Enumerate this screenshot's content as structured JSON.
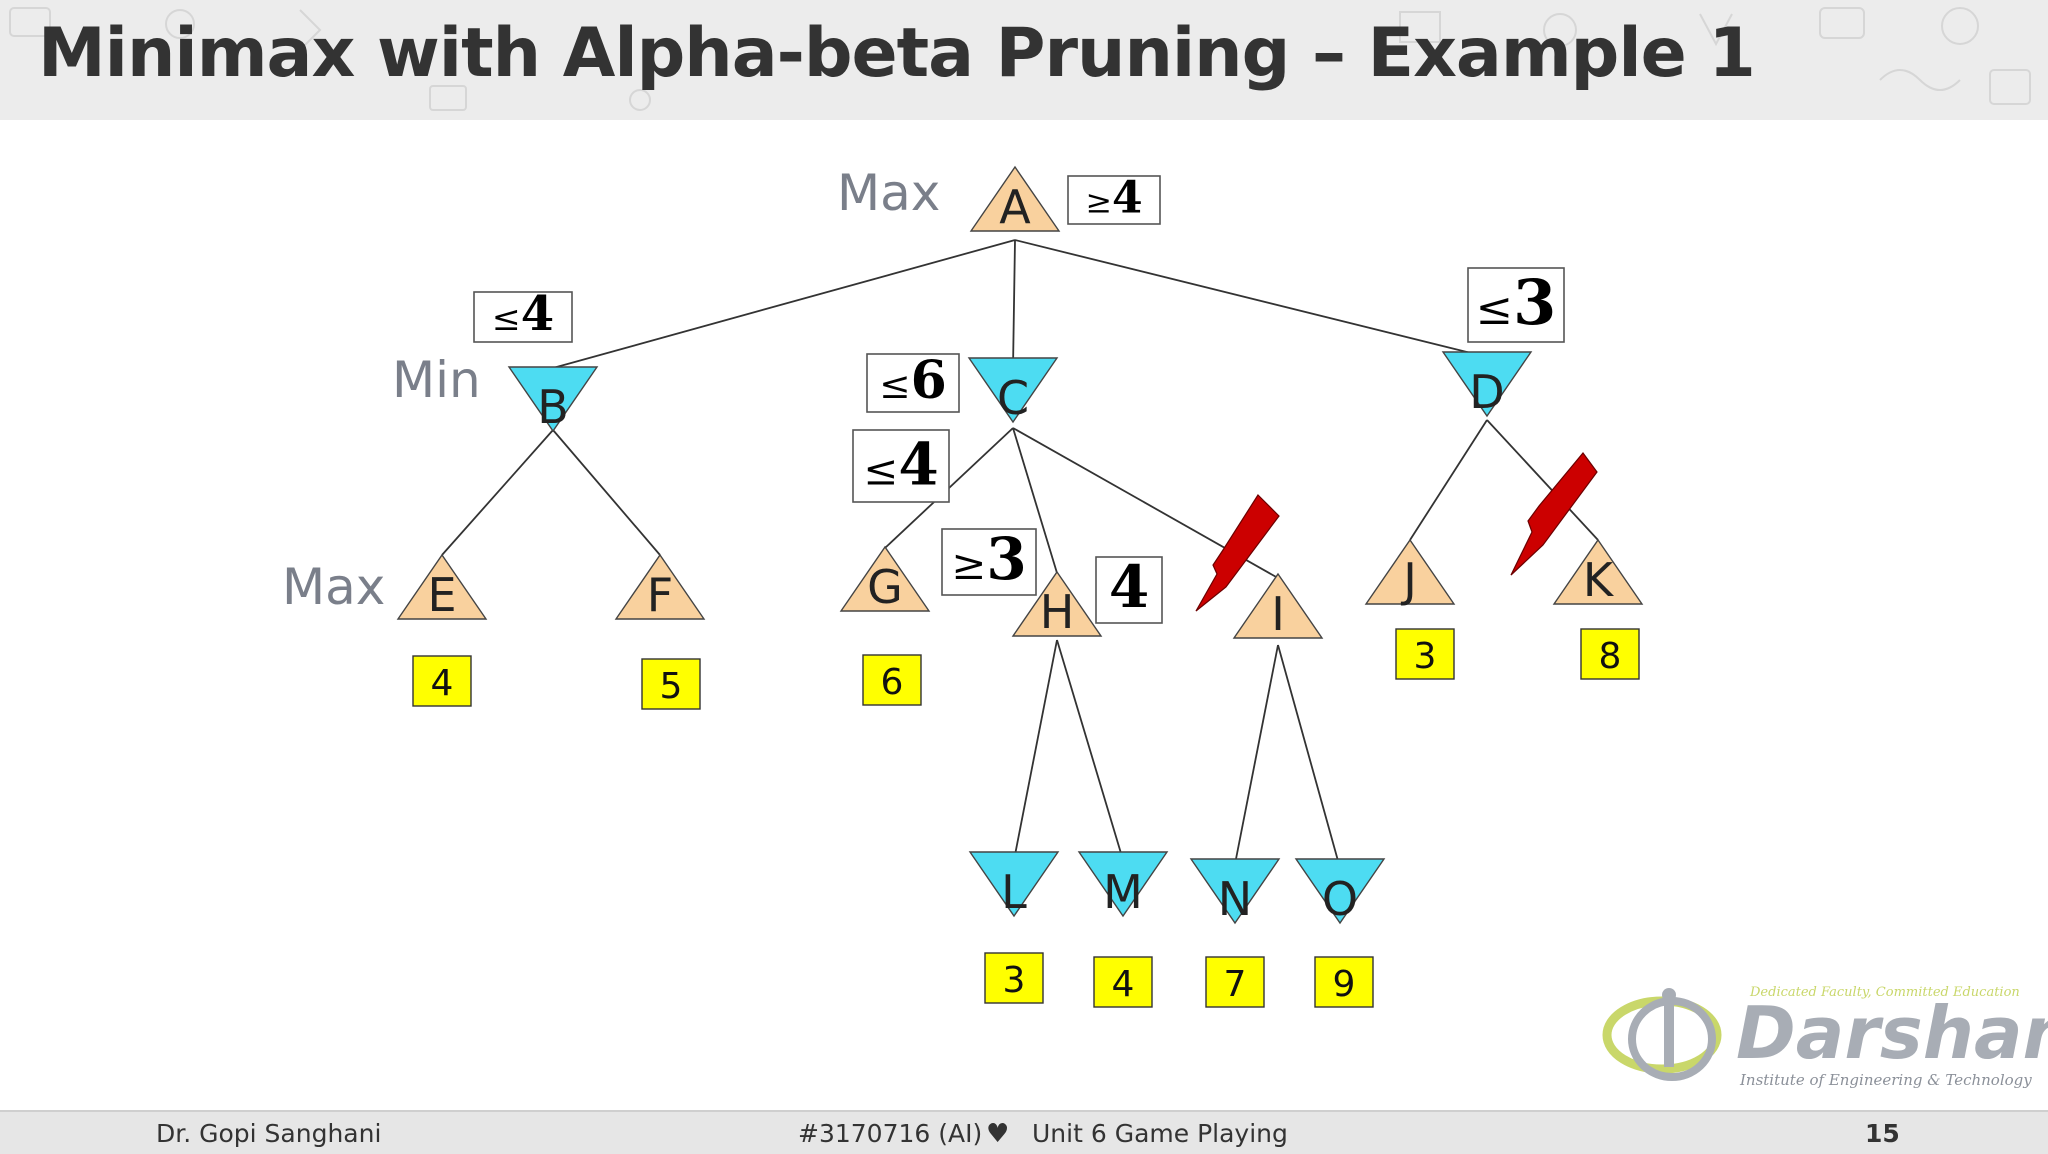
{
  "header": {
    "title": "Minimax with Alpha-beta Pruning – Example 1"
  },
  "levels": {
    "max_top": "Max",
    "min": "Min",
    "max_mid": "Max"
  },
  "nodes": [
    {
      "id": "A",
      "kind": "max"
    },
    {
      "id": "B",
      "kind": "min"
    },
    {
      "id": "C",
      "kind": "min"
    },
    {
      "id": "D",
      "kind": "min"
    },
    {
      "id": "E",
      "kind": "max"
    },
    {
      "id": "F",
      "kind": "max"
    },
    {
      "id": "G",
      "kind": "max"
    },
    {
      "id": "H",
      "kind": "max"
    },
    {
      "id": "I",
      "kind": "max"
    },
    {
      "id": "J",
      "kind": "max"
    },
    {
      "id": "K",
      "kind": "max"
    },
    {
      "id": "L",
      "kind": "min"
    },
    {
      "id": "M",
      "kind": "min"
    },
    {
      "id": "N",
      "kind": "min"
    },
    {
      "id": "O",
      "kind": "min"
    }
  ],
  "edges": [
    [
      "A",
      "B"
    ],
    [
      "A",
      "C"
    ],
    [
      "A",
      "D"
    ],
    [
      "B",
      "E"
    ],
    [
      "B",
      "F"
    ],
    [
      "C",
      "G"
    ],
    [
      "C",
      "H"
    ],
    [
      "C",
      "I"
    ],
    [
      "D",
      "J"
    ],
    [
      "D",
      "K"
    ],
    [
      "H",
      "L"
    ],
    [
      "H",
      "M"
    ],
    [
      "I",
      "N"
    ],
    [
      "I",
      "O"
    ]
  ],
  "leaf_values": [
    {
      "node": "E",
      "value": "4"
    },
    {
      "node": "F",
      "value": "5"
    },
    {
      "node": "G",
      "value": "6"
    },
    {
      "node": "J",
      "value": "3"
    },
    {
      "node": "K",
      "value": "8"
    },
    {
      "node": "L",
      "value": "3"
    },
    {
      "node": "M",
      "value": "4"
    },
    {
      "node": "N",
      "value": "7"
    },
    {
      "node": "O",
      "value": "9"
    }
  ],
  "bounds": [
    {
      "node": "A",
      "symbol": "≥",
      "value": "4"
    },
    {
      "node": "B",
      "symbol": "≤",
      "value": "4"
    },
    {
      "node": "C",
      "symbol": "≤",
      "value": "6"
    },
    {
      "node": "C",
      "symbol": "≤",
      "value": "4"
    },
    {
      "node": "D",
      "symbol": "≤",
      "value": "3"
    },
    {
      "node": "H",
      "symbol": "≥",
      "value": "3"
    },
    {
      "node": "H",
      "symbol": "",
      "value": "4"
    }
  ],
  "prunes": [
    {
      "edge": [
        "C",
        "I"
      ]
    },
    {
      "edge": [
        "D",
        "K"
      ]
    }
  ],
  "colors": {
    "max_node": "#f9d19e",
    "min_node": "#4ddcf2",
    "leaf_box": "#ffff00",
    "prune_mark": "#cc0000",
    "level_label": "#7a7f8a"
  },
  "footer": {
    "author": "Dr. Gopi Sanghani",
    "course": "#3170716 (AI)",
    "heart": "♥",
    "unit": "Unit 6 Game Playing",
    "page": "15"
  },
  "logo": {
    "tagline": "Dedicated Faculty, Committed Education",
    "name": "Darshan",
    "subtitle": "Institute of Engineering & Technology"
  }
}
